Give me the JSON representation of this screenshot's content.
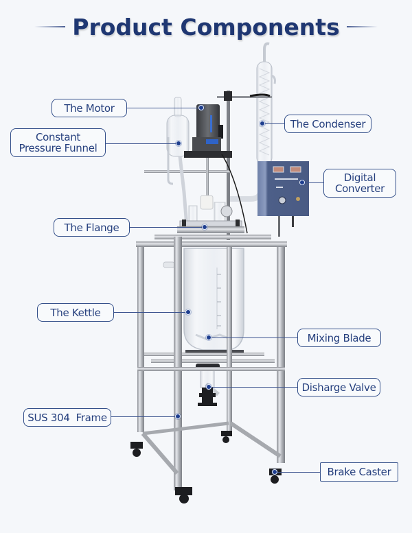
{
  "title": "Product Components",
  "colors": {
    "title": "#1f3772",
    "label_border": "#34508a",
    "label_text": "#26407e",
    "leader_line": "#3e5590",
    "dot": "#1e3e8f",
    "background": "#f5f7fa"
  },
  "labels": {
    "motor": "The Motor",
    "funnel_line1": "Constant",
    "funnel_line2": "Pressure Funnel",
    "condenser": "The Condenser",
    "converter_line1": "Digital",
    "converter_line2": "Converter",
    "flange": "The Flange",
    "kettle": "The Kettle",
    "mixing_blade": "Mixing Blade",
    "discharge_valve": "Disharge Valve",
    "frame": "SUS 304  Frame",
    "brake_caster": "Brake Caster"
  }
}
